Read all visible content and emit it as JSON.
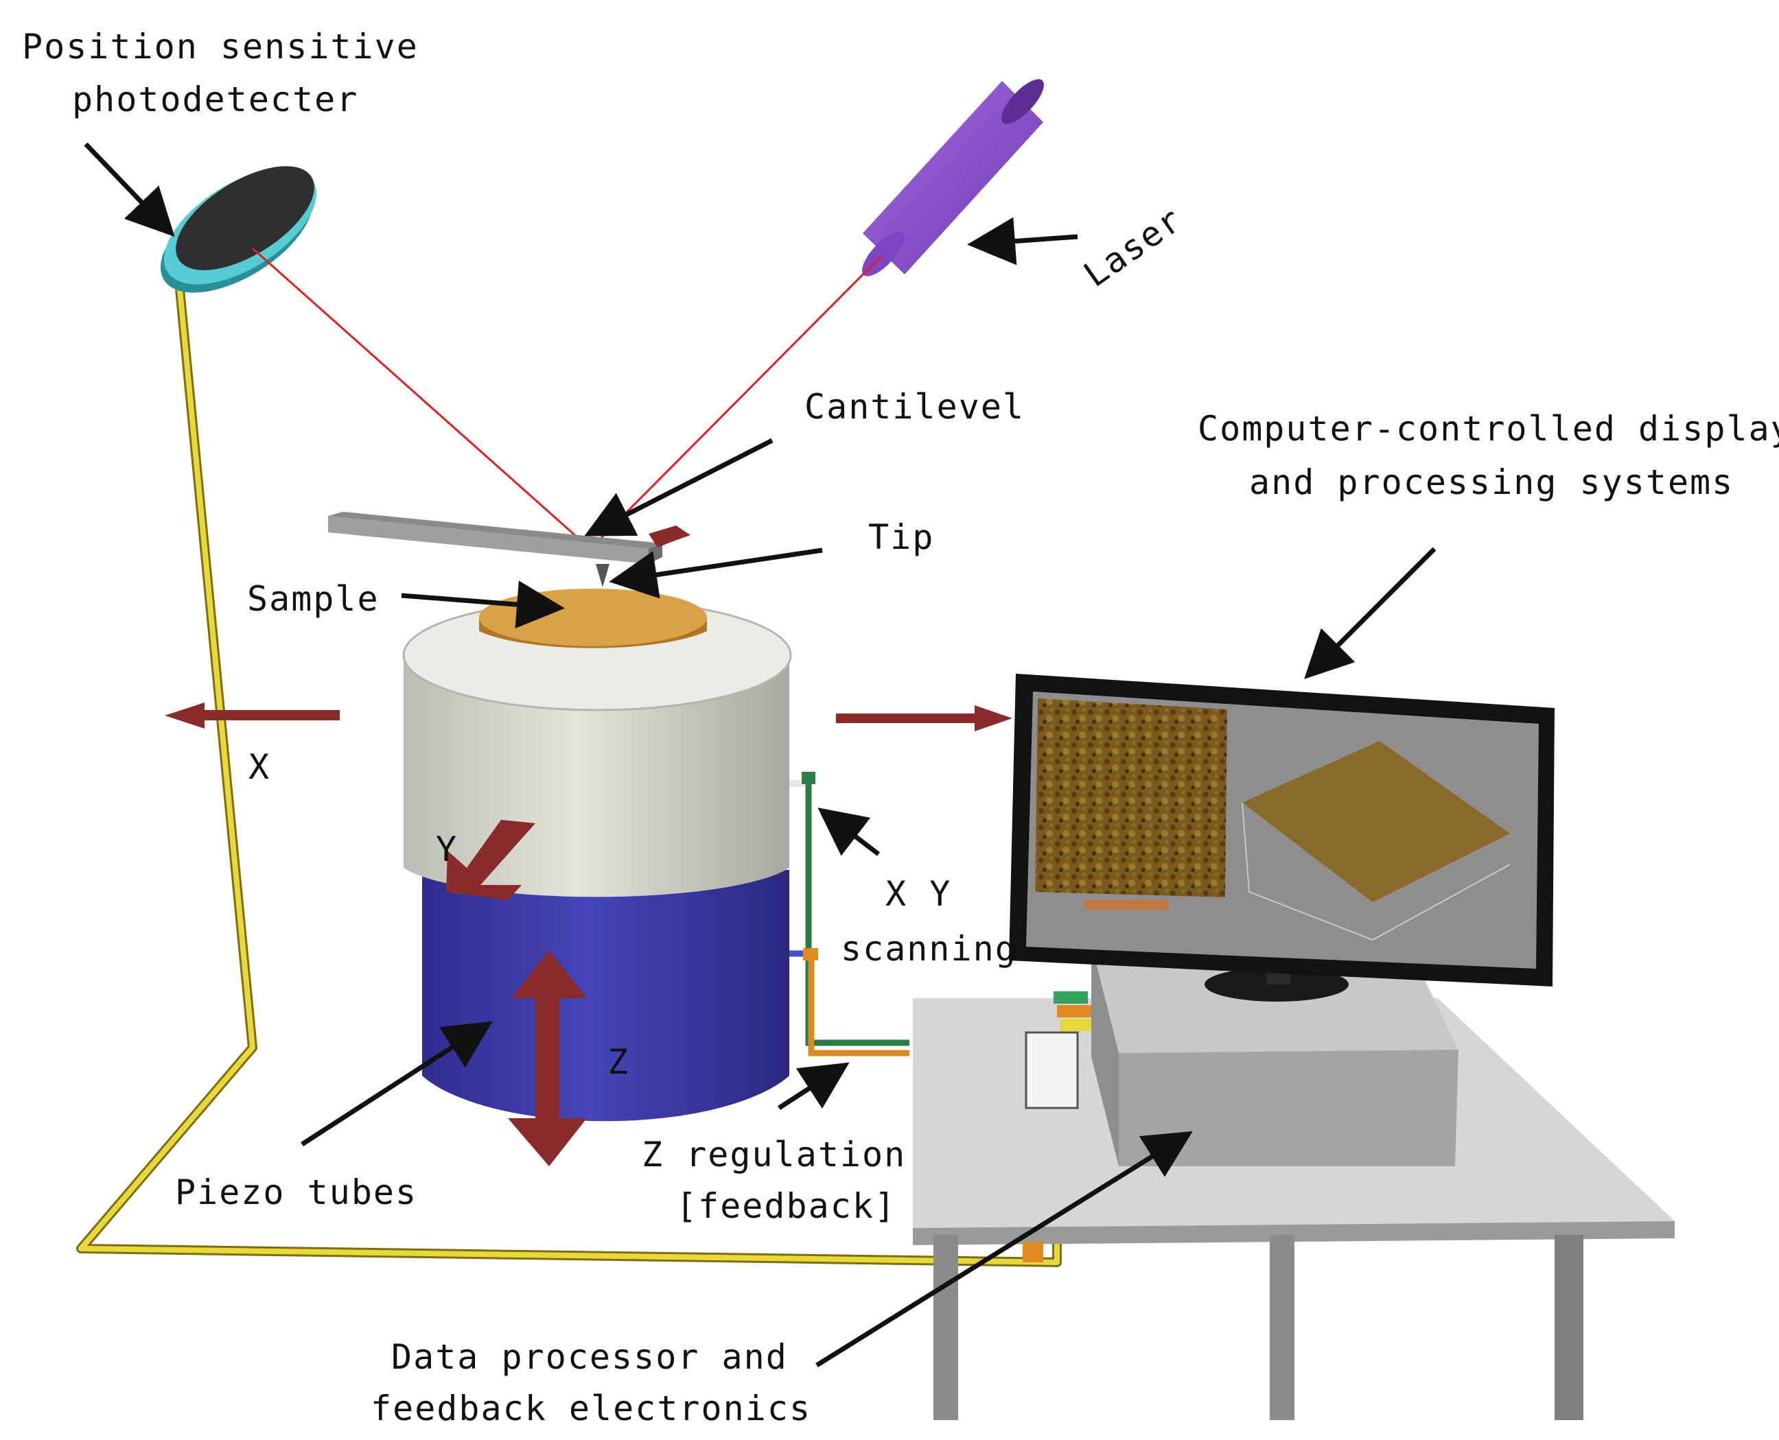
{
  "labels": {
    "psd_line1": "Position sensitive",
    "psd_line2": "photodetecter",
    "laser": "Laser",
    "cantilever": "Cantilevel",
    "tip": "Tip",
    "sample": "Sample",
    "computer_line1": "Computer-controlled display",
    "computer_line2": "and processing systems",
    "axis_x": "X",
    "axis_y": "Y",
    "axis_z": "Z",
    "xy_line1": "X Y",
    "xy_line2": "scanning",
    "piezo": "Piezo tubes",
    "zreg_line1": "Z regulation",
    "zreg_line2": "[feedback]",
    "dp_line1": "Data processor and",
    "dp_line2": "feedback electronics"
  },
  "colors": {
    "laser_body": "#8a4fcf",
    "laser_beam": "#e02020",
    "photodetector": "#4fc7cf",
    "cable_yellow": "#e8d83a",
    "piezo_top": "#d8d8d0",
    "piezo_bottom": "#3b3aa8",
    "sample": "#d99a3a",
    "direction_arrow": "#8b2a2a",
    "table": "#d4d4d4",
    "monitor": "#1a1a1a"
  },
  "icons": [
    "laser-icon",
    "photodetector-icon",
    "cantilever-icon",
    "sample-icon",
    "piezo-tube-icon",
    "monitor-icon",
    "computer-box-icon",
    "table-icon"
  ]
}
